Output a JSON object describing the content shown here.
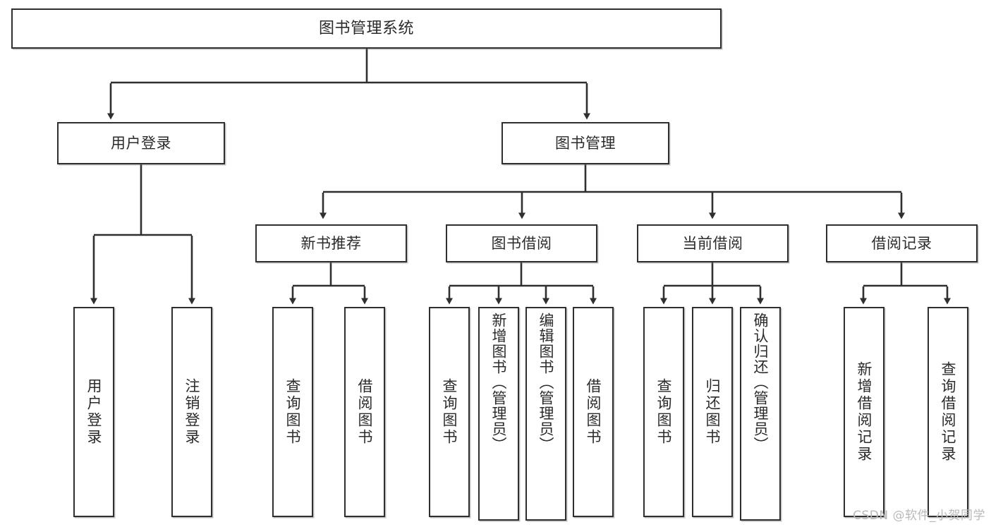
{
  "diagram": {
    "type": "hierarchy-tree",
    "title": "图书管理系统",
    "background_color": "#ffffff",
    "line_color": "#2f2f2f",
    "box_border_color": "#2f2f2f",
    "text_color": "#2b2b2b"
  },
  "nodes": {
    "root": {
      "label": "图书管理系统"
    },
    "level1": [
      {
        "id": "user-login",
        "label": "用户登录"
      },
      {
        "id": "book-manage",
        "label": "图书管理"
      }
    ],
    "level2": [
      {
        "id": "new-book-recommend",
        "label": "新书推荐"
      },
      {
        "id": "book-borrow",
        "label": "图书借阅"
      },
      {
        "id": "current-borrow",
        "label": "当前借阅"
      },
      {
        "id": "borrow-record",
        "label": "借阅记录"
      }
    ],
    "leaves": {
      "user_login": [
        {
          "id": "leaf-user-login",
          "label": "用户登录"
        },
        {
          "id": "leaf-logout-login",
          "label": "注销登录"
        }
      ],
      "new_book_recommend": [
        {
          "id": "leaf-query-book-1",
          "label": "查询图书"
        },
        {
          "id": "leaf-borrow-book-1",
          "label": "借阅图书"
        }
      ],
      "book_borrow": [
        {
          "id": "leaf-query-book-2",
          "label": "查询图书"
        },
        {
          "id": "leaf-add-book",
          "label": "新增图书（管理员）"
        },
        {
          "id": "leaf-edit-book",
          "label": "编辑图书（管理员）"
        },
        {
          "id": "leaf-borrow-book-2",
          "label": "借阅图书"
        }
      ],
      "current_borrow": [
        {
          "id": "leaf-query-book-3",
          "label": "查询图书"
        },
        {
          "id": "leaf-return-book",
          "label": "归还图书"
        },
        {
          "id": "leaf-confirm-return",
          "label": "确认归还（管理员）"
        }
      ],
      "borrow_record": [
        {
          "id": "leaf-add-borrow-record",
          "label": "新增借阅记录"
        },
        {
          "id": "leaf-query-borrow-record",
          "label": "查询借阅记录"
        }
      ]
    }
  },
  "watermark": {
    "text": "CSDN @软件_小贺同学"
  }
}
